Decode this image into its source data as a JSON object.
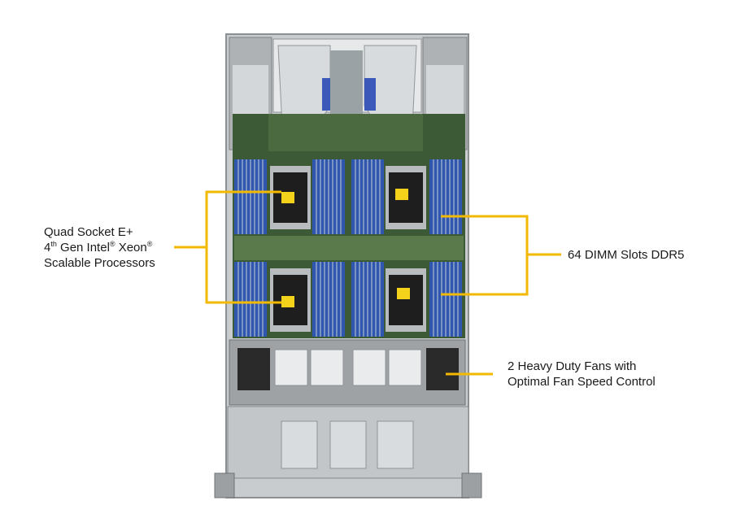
{
  "callouts": {
    "processors": {
      "line1": "Quad Socket E+",
      "line2_prefix": "4",
      "line2_sup1": "th",
      "line2_mid": " Gen Intel",
      "line2_sup2": "®",
      "line2_mid2": " Xeon",
      "line2_sup3": "®",
      "line3": "Scalable Processors"
    },
    "memory": {
      "text": "64 DIMM Slots DDR5"
    },
    "fans": {
      "line1": "2 Heavy Duty Fans with",
      "line2": "Optimal Fan Speed Control"
    }
  },
  "colors": {
    "callout_line": "#f2b900",
    "chassis": "#b9bcbf",
    "board": "#3d5a36",
    "dimm": "#2f57b0",
    "cpu_socket": "#1e1e1e",
    "cpu_label": "#f3d21c"
  }
}
